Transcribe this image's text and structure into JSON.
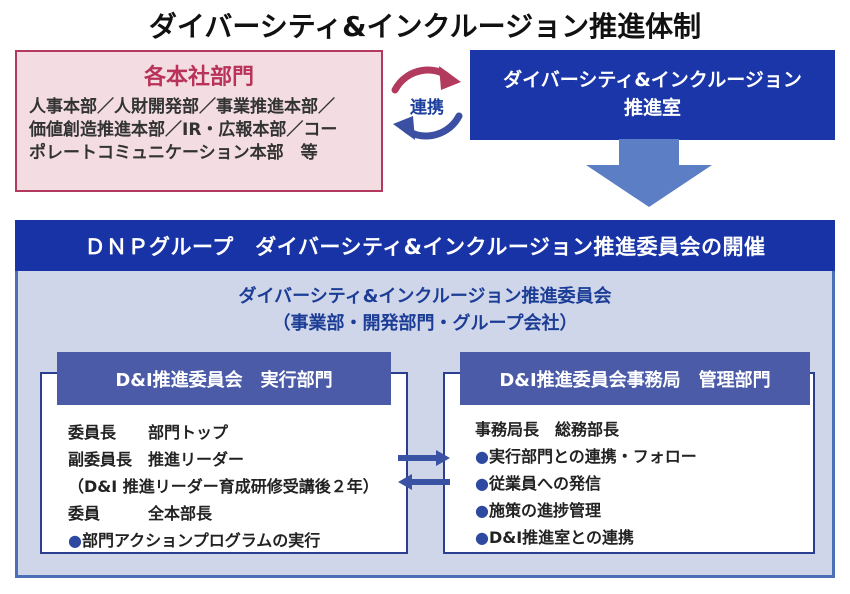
{
  "page": {
    "title": "ダイバーシティ&インクルージョン推進体制"
  },
  "hq_box": {
    "title": "各本社部門",
    "body_lines": [
      "人事本部／人財開発部／事業推進本部／",
      "価値創造推進本部／IR・広報本部／コー",
      "ポレートコミュニケーション本部　等"
    ]
  },
  "renkei": {
    "label": "連携"
  },
  "office_box": {
    "line1": "ダイバーシティ&インクルージョン",
    "line2": "推進室"
  },
  "committee": {
    "header": "ＤＮＰグループ　ダイバーシティ&インクルージョン推進委員会の開催",
    "subtitle_line1": "ダイバーシティ&インクルージョン推進委員会",
    "subtitle_line2": "（事業部・開発部門・グループ会社）",
    "left_box": {
      "header": "D&I推進委員会　実行部門",
      "lines": [
        {
          "bullet": "",
          "text": "委員長　　部門トップ"
        },
        {
          "bullet": "",
          "text": "副委員長　推進リーダー"
        },
        {
          "bullet": "",
          "text": "（D&I 推進リーダー育成研修受講後２年）"
        },
        {
          "bullet": "",
          "text": "委員　　　全本部長"
        },
        {
          "bullet": "●",
          "text": "部門アクションプログラムの実行"
        }
      ]
    },
    "right_box": {
      "header": "D&I推進委員会事務局　管理部門",
      "lines": [
        {
          "bullet": "",
          "text": "事務局長　総務部長"
        },
        {
          "bullet": "●",
          "text": "実行部門との連携・フォロー"
        },
        {
          "bullet": "●",
          "text": "従業員への発信"
        },
        {
          "bullet": "●",
          "text": "施策の進捗管理"
        },
        {
          "bullet": "●",
          "text": "D&I推進室との連携"
        }
      ]
    }
  },
  "colors": {
    "pink_bg": "#f3dde3",
    "pink_border": "#b23a5e",
    "crimson_text": "#b8325a",
    "vivid_blue": "#1833a6",
    "lavender_bg": "#cfd6ea",
    "container_border": "#4c70b8",
    "panel_header_blue": "#4b5ba7",
    "panel_border": "#2c3e92",
    "down_arrow_blue": "#5b7ec5",
    "exchange_arrow_blue": "#3a52a3",
    "subtitle_blue": "#1c3d96"
  }
}
